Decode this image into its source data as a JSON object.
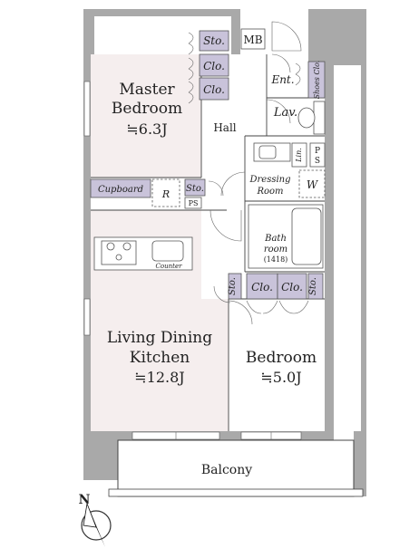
{
  "rooms": {
    "master_bedroom": {
      "name_line1": "Master",
      "name_line2": "Bedroom",
      "size": "≒6.3J"
    },
    "hall": "Hall",
    "entrance": "Ent.",
    "lavatory": "Lav.",
    "dressing_room_line1": "Dressing",
    "dressing_room_line2": "Room",
    "bathroom_line1": "Bath",
    "bathroom_line2": "room",
    "bathroom_size": "(1418)",
    "ldk": {
      "name_line1": "Living Dining",
      "name_line2": "Kitchen",
      "size": "≒12.8J"
    },
    "bedroom": {
      "name": "Bedroom",
      "size": "≒5.0J"
    },
    "balcony": "Balcony"
  },
  "storage": {
    "sto": "Sto.",
    "clo": "Clo.",
    "mb": "MB",
    "shoes_clo": "Shoes Clo.",
    "cupboard": "Cupboard",
    "refrigerator": "R",
    "ps": "PS",
    "lin": "Lin.",
    "p_s_top": "P",
    "p_s_bottom": "S",
    "washer": "W",
    "counter": "Counter"
  },
  "compass": {
    "north": "N"
  },
  "colors": {
    "wall": "#a9a9a9",
    "room_fill": "#f5eeee",
    "storage_fill": "#c9c3da"
  }
}
